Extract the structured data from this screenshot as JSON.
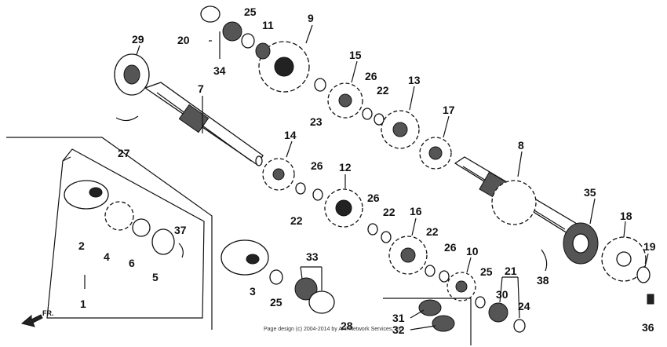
{
  "labels": {
    "l1": "1",
    "l2": "2",
    "l3": "3",
    "l4": "4",
    "l5": "5",
    "l6": "6",
    "l7": "7",
    "l8": "8",
    "l9": "9",
    "l10": "10",
    "l11": "11",
    "l12": "12",
    "l13": "13",
    "l14": "14",
    "l15": "15",
    "l16": "16",
    "l17": "17",
    "l18": "18",
    "l19": "19",
    "l20": "20",
    "l21": "21",
    "l22a": "22",
    "l22b": "22",
    "l22c": "22",
    "l22d": "22",
    "l23": "23",
    "l24": "24",
    "l25a": "25",
    "l25b": "25",
    "l25c": "25",
    "l26a": "26",
    "l26b": "26",
    "l26c": "26",
    "l26d": "26",
    "l27": "27",
    "l28": "28",
    "l29": "29",
    "l30": "30",
    "l31": "31",
    "l32": "32",
    "l33": "33",
    "l34": "34",
    "l35": "35",
    "l36": "36",
    "l37": "37",
    "l38": "38"
  },
  "front_arrow": "FR.",
  "copyright": "Page design (c) 2004-2014 by ARI Network Services, Inc."
}
